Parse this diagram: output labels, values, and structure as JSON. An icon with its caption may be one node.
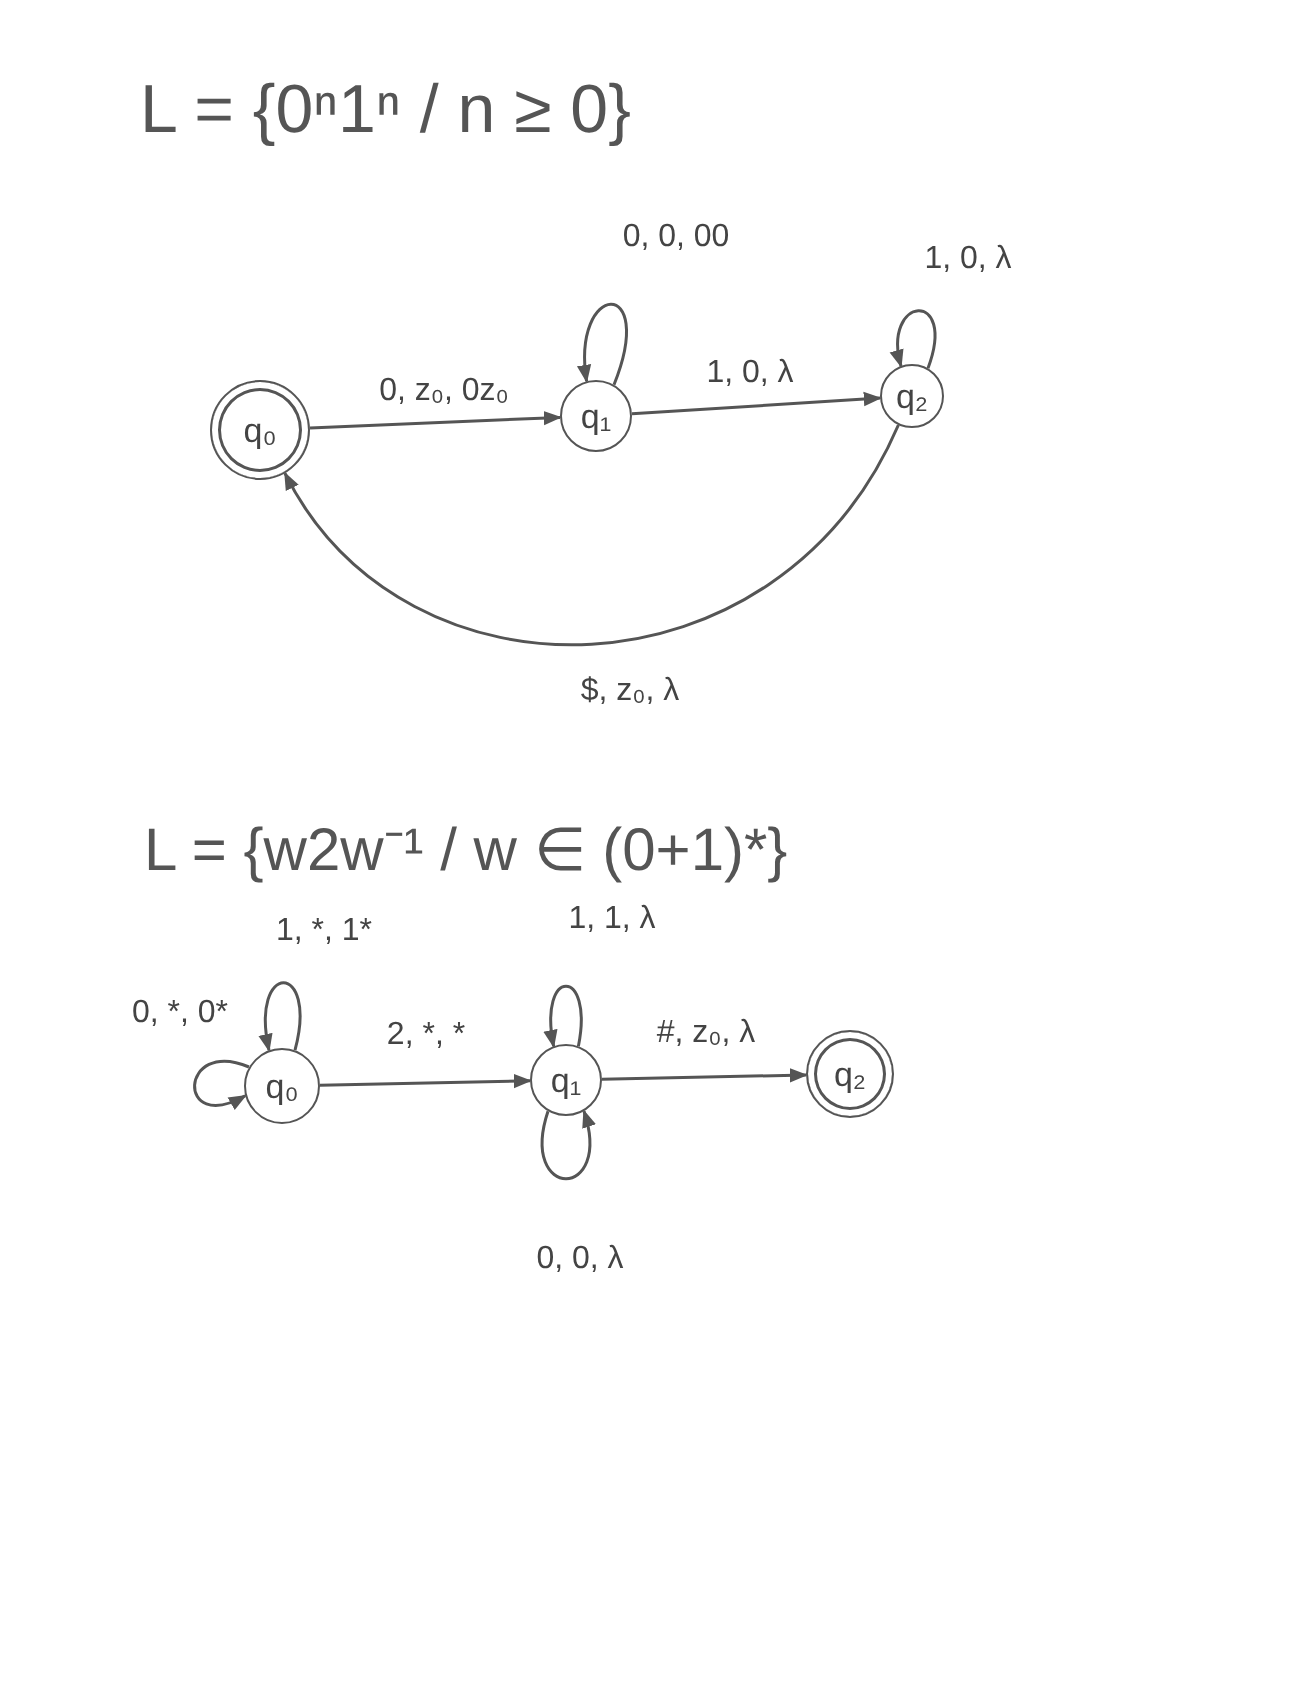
{
  "diagram": {
    "nodes": [
      {
        "text": [
          "q₀"
        ]
      },
      {
        "text": [
          "q₁"
        ]
      },
      {
        "text": [
          "q₂"
        ]
      },
      {
        "text": [
          "q₀"
        ]
      },
      {
        "text": [
          "q₁"
        ]
      },
      {
        "text": [
          "q₂"
        ]
      }
    ],
    "edges": [
      {
        "from": 0,
        "to": 1,
        "arrow": "to",
        "label": "0, z₀, 0z₀"
      },
      {
        "from": 1,
        "to": 1,
        "arrow": "to",
        "label": "0, 0, 00"
      },
      {
        "from": 1,
        "to": 2,
        "arrow": "to",
        "label": "1, 0, λ"
      },
      {
        "from": 2,
        "to": 2,
        "arrow": "to",
        "label": "1, 0, λ"
      },
      {
        "from": 2,
        "to": 0,
        "arrow": "to",
        "label": "$, z₀, λ"
      },
      {
        "from": 3,
        "to": 3,
        "arrow": "to",
        "label": "0, *, 0*"
      },
      {
        "from": 3,
        "to": 3,
        "arrow": "to",
        "label": "1, *, 1*"
      },
      {
        "from": 3,
        "to": 4,
        "arrow": "to",
        "label": "2, *, *"
      },
      {
        "from": 4,
        "to": 4,
        "arrow": "to",
        "label": "1, 1, λ"
      },
      {
        "from": 4,
        "to": 4,
        "arrow": "to",
        "label": "0, 0, λ"
      },
      {
        "from": 4,
        "to": 5,
        "arrow": "to",
        "label": "#, z₀, λ"
      }
    ],
    "labels": [
      "L = {0ⁿ1ⁿ / n ≥ 0}",
      "L = {w2w⁻¹ / w ∈ (0+1)*}"
    ]
  }
}
